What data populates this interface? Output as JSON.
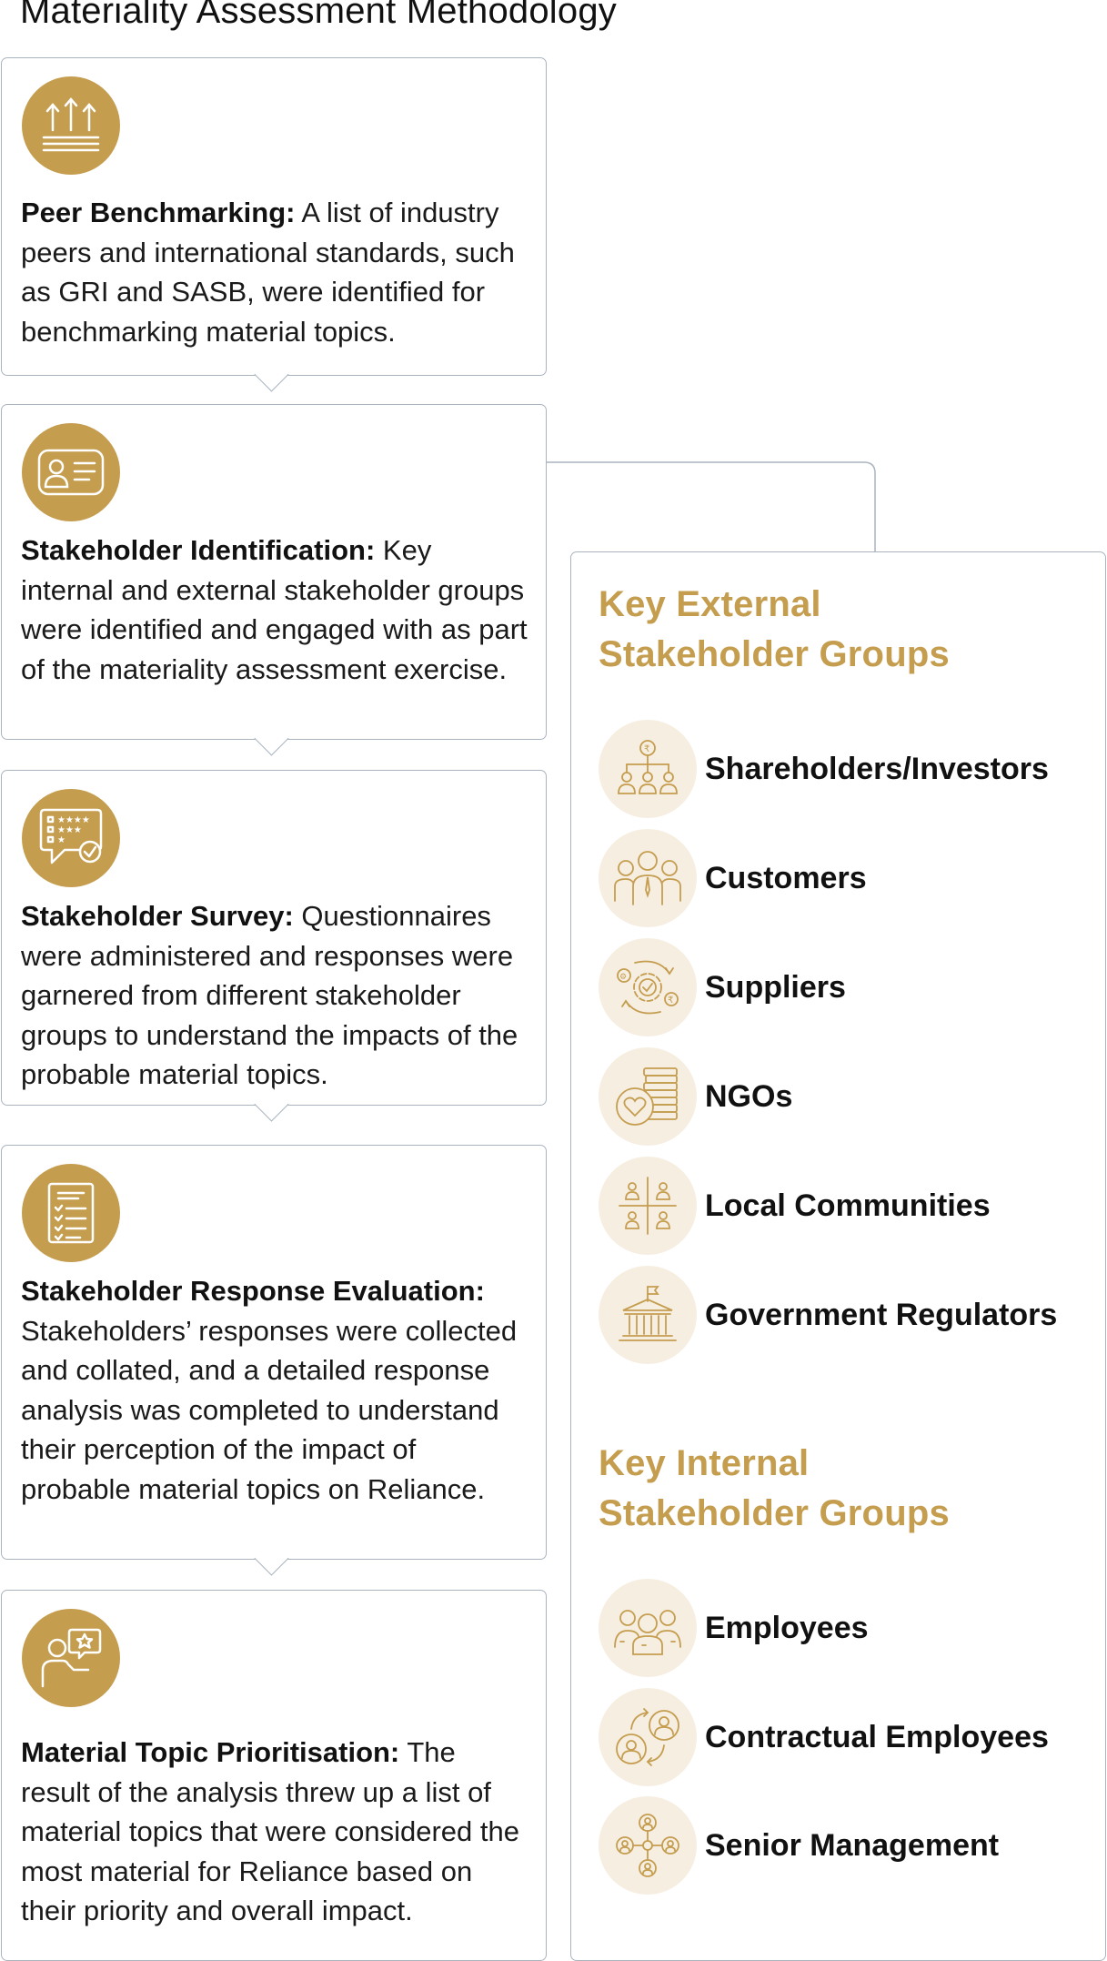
{
  "title": "Materiality Assessment Methodology",
  "steps": [
    {
      "icon": "arrows-up-icon",
      "title": "Peer Benchmarking:",
      "text": "A list of industry peers and international standards, such as GRI and SASB, were identified for benchmarking material topics."
    },
    {
      "icon": "id-card-icon",
      "title": "Stakeholder Identification:",
      "text": "Key internal and external stakeholder groups were identified and engaged with as part of the materiality assessment exercise."
    },
    {
      "icon": "survey-rating-icon",
      "title": "Stakeholder Survey:",
      "text": "Questionnaires were administered and responses were garnered from different stakeholder groups to understand the impacts of the probable material topics."
    },
    {
      "icon": "checklist-icon",
      "title": "Stakeholder Response Evaluation:",
      "text": "Stakeholders’ responses were collected and collated, and a detailed response analysis was completed to understand their perception of the impact of probable material topics on Reliance."
    },
    {
      "icon": "person-star-icon",
      "title": "Material Topic Prioritisation:",
      "text": "The result of the analysis threw up a list of material topics that were considered the most material for Reliance based on their priority and overall impact."
    }
  ],
  "external": {
    "title_line1": "Key External",
    "title_line2": "Stakeholder Groups",
    "items": [
      {
        "label": "Shareholders/Investors",
        "icon": "investors-icon"
      },
      {
        "label": "Customers",
        "icon": "customers-icon"
      },
      {
        "label": "Suppliers",
        "icon": "suppliers-icon"
      },
      {
        "label": "NGOs",
        "icon": "ngo-icon"
      },
      {
        "label": "Local Communities",
        "icon": "communities-icon"
      },
      {
        "label": "Government Regulators",
        "icon": "government-icon"
      }
    ]
  },
  "internal": {
    "title_line1": "Key Internal",
    "title_line2": "Stakeholder Groups",
    "items": [
      {
        "label": "Employees",
        "icon": "employees-icon"
      },
      {
        "label": "Contractual Employees",
        "icon": "contractual-employees-icon"
      },
      {
        "label": "Senior Management",
        "icon": "senior-management-icon"
      }
    ]
  },
  "colors": {
    "gold": "#c59d4f",
    "light_gold": "#f6eee1",
    "border": "#aab4bf"
  }
}
